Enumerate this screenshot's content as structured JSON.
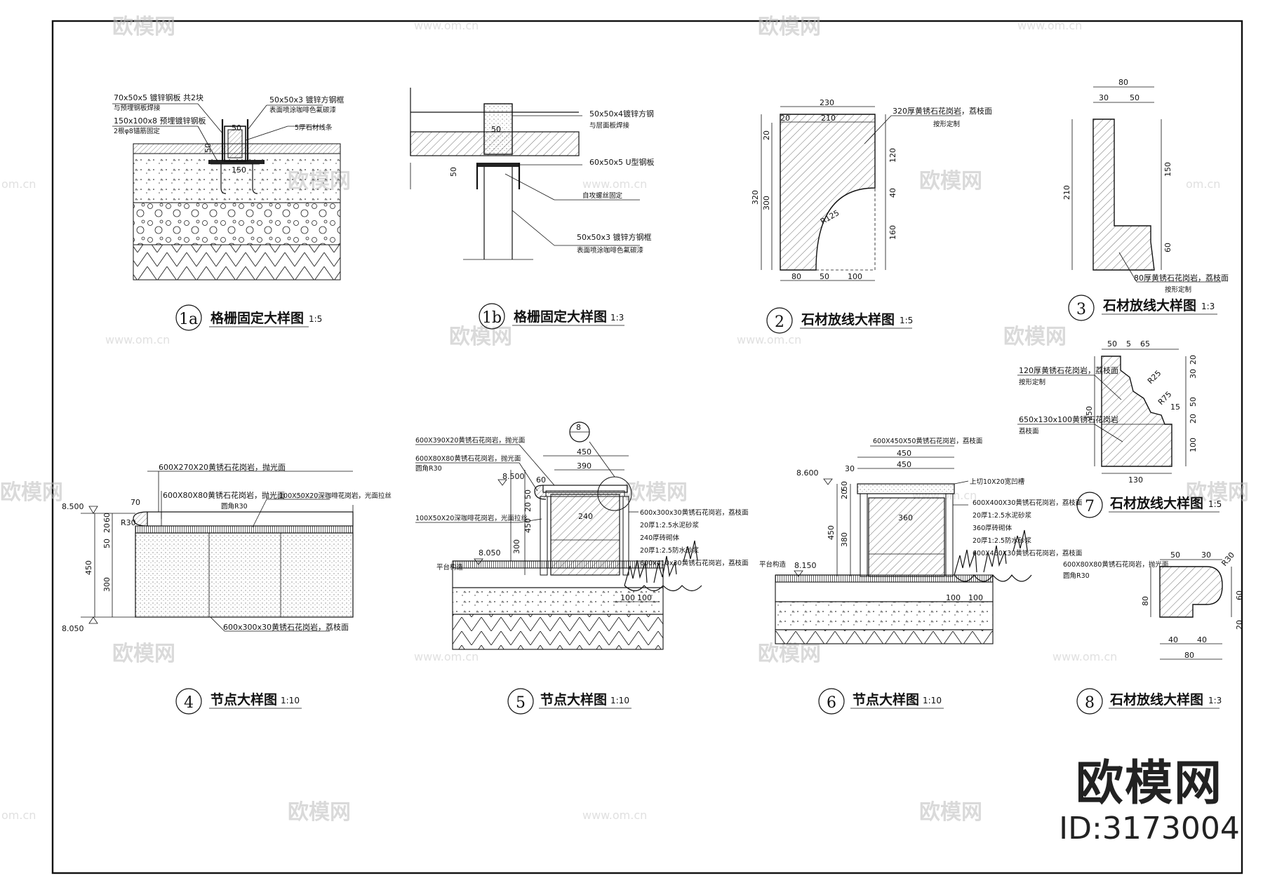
{
  "watermark": {
    "logo": "欧模网",
    "url": "www.om.cn",
    "url_short": "om.cn"
  },
  "brand": {
    "name": "欧模网",
    "id": "ID:3173004"
  },
  "details": [
    {
      "num": "1a",
      "title": "格栅固定大样图",
      "scale": "1:5",
      "notes": [
        "70x50x5 镀锌钢板 共2块",
        "与预埋钢板焊接",
        "150x100x8 预埋镀锌钢板",
        "2根φ8锚筋固定",
        "50x50x3 镀锌方钢框",
        "表面喷涂咖啡色氟碳漆",
        "5厚石材线条"
      ],
      "dims": [
        "50",
        "50",
        "150"
      ]
    },
    {
      "num": "1b",
      "title": "格栅固定大样图",
      "scale": "1:3",
      "notes": [
        "50x50x4镀锌方钢",
        "与层面板焊接",
        "60x50x5 U型钢板",
        "自攻螺丝固定",
        "50x50x3 镀锌方钢框",
        "表面喷涂咖啡色氟碳漆"
      ],
      "dims": [
        "50",
        "50"
      ]
    },
    {
      "num": "2",
      "title": "石材放线大样图",
      "scale": "1:5",
      "notes": [
        "320厚黄锈石花岗岩，荔枝面",
        "按形定制"
      ],
      "dims": [
        "230",
        "20",
        "210",
        "320",
        "300",
        "20",
        "120",
        "40",
        "160",
        "R125",
        "80",
        "50",
        "100"
      ]
    },
    {
      "num": "3",
      "title": "石材放线大样图",
      "scale": "1:3",
      "notes": [
        "80厚黄锈石花岗岩，荔枝面",
        "按形定制"
      ],
      "dims": [
        "80",
        "30",
        "50",
        "210",
        "150",
        "60"
      ]
    },
    {
      "num": "4",
      "title": "节点大样图",
      "scale": "1:10",
      "notes": [
        "600X270X20黄锈石花岗岩，抛光面",
        "600X80X80黄锈石花岗岩，抛光面",
        "圆角R30",
        "100X50X20深咖啡花岗岩，光面拉丝",
        "600x300x30黄锈石花岗岩，荔枝面"
      ],
      "dims": [
        "8.500",
        "8.050",
        "70",
        "R30",
        "450",
        "300",
        "50",
        "20",
        "60"
      ]
    },
    {
      "num": "5",
      "title": "节点大样图",
      "scale": "1:10",
      "notes": [
        "600X390X20黄锈石花岗岩，抛光面",
        "600X80X80黄锈石花岗岩，抛光面",
        "圆角R30",
        "100X50X20深咖啡花岗岩，光面拉丝",
        "600x300x30黄锈石花岗岩，荔枝面",
        "20厚1:2.5水泥砂浆",
        "240厚砖砌体",
        "20厚1:2.5防水砂浆",
        "600x410x30黄锈石花岗岩，荔枝面",
        "平台构造"
      ],
      "dims": [
        "8.500",
        "8.050",
        "450",
        "390",
        "60",
        "240",
        "450",
        "300",
        "100",
        "100",
        "50",
        "20"
      ],
      "callout": "8"
    },
    {
      "num": "6",
      "title": "节点大样图",
      "scale": "1:10",
      "notes": [
        "600X450X50黄锈石花岗岩，荔枝面",
        "上切10X20宽凹槽",
        "600X400X30黄锈石花岗岩，荔枝面",
        "20厚1:2.5水泥砂浆",
        "360厚砖砌体",
        "20厚1:2.5防水砂浆",
        "600X460X30黄锈石花岗岩，荔枝面",
        "平台构造"
      ],
      "dims": [
        "8.600",
        "8.150",
        "30",
        "450",
        "450",
        "360",
        "450",
        "380",
        "100",
        "100",
        "20",
        "50"
      ]
    },
    {
      "num": "7",
      "title": "石材放线大样图",
      "scale": "1:5",
      "notes": [
        "120厚黄锈石花岗岩，荔枝面",
        "按形定制",
        "650x130x100黄锈石花岗岩",
        "荔枝面"
      ],
      "dims": [
        "50",
        "5",
        "65",
        "R25",
        "R75",
        "15",
        "250",
        "130",
        "100",
        "20",
        "30",
        "20",
        "50"
      ]
    },
    {
      "num": "8",
      "title": "石材放线大样图",
      "scale": "1:3",
      "notes": [
        "600X80X80黄锈石花岗岩，抛光面",
        "圆角R30"
      ],
      "dims": [
        "50",
        "30",
        "R30",
        "80",
        "60",
        "20",
        "40",
        "40",
        "80"
      ]
    }
  ]
}
